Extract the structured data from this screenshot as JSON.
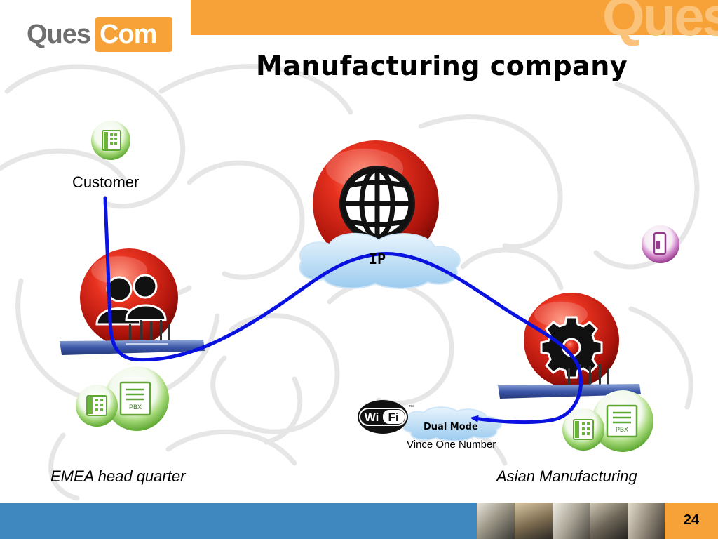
{
  "header": {
    "logo_part1": "Ques",
    "logo_part2": "Com",
    "watermark": "Ques",
    "title": "Manufacturing company"
  },
  "diagram": {
    "customer_label": "Customer",
    "cloud_label": "IP",
    "emea_label": "EMEA head quarter",
    "asian_label": "Asian Manufacturing",
    "dual_mode_label": "Dual Mode",
    "vince_label": "Vince One Number",
    "pbx_label_left": "PBX",
    "pbx_label_right": "PBX",
    "wifi_logo": "Wi Fi",
    "trademark": "™"
  },
  "footer": {
    "page_number": "24"
  },
  "colors": {
    "orange": "#f7a238",
    "footer_blue": "#3f88bf",
    "call_path": "#0a12e0",
    "red_sphere": "#d8281e",
    "green_ring": "#7dc242",
    "purple_ring": "#b04ea8"
  },
  "icons": [
    "globe-icon",
    "users-icon",
    "gear-icon",
    "phone-icon",
    "pbx-icon",
    "mobile-phone-icon",
    "wifi-logo"
  ]
}
